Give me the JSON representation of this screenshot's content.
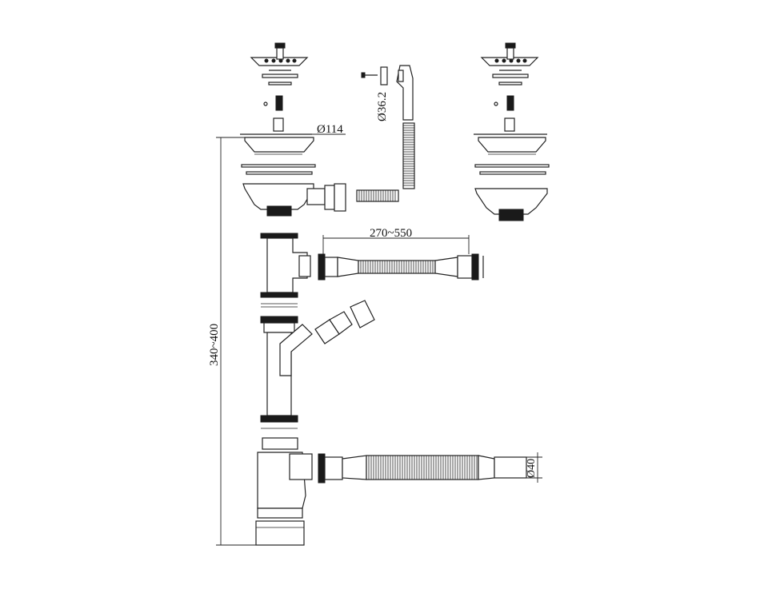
{
  "dimensions": {
    "strainer_diameter": "Ø114",
    "overflow_diameter": "Ø36.2",
    "connector_length": "270~550",
    "total_height": "340~400",
    "outlet_diameter": "Ø40"
  },
  "colors": {
    "line": "#222222",
    "background": "#ffffff"
  }
}
